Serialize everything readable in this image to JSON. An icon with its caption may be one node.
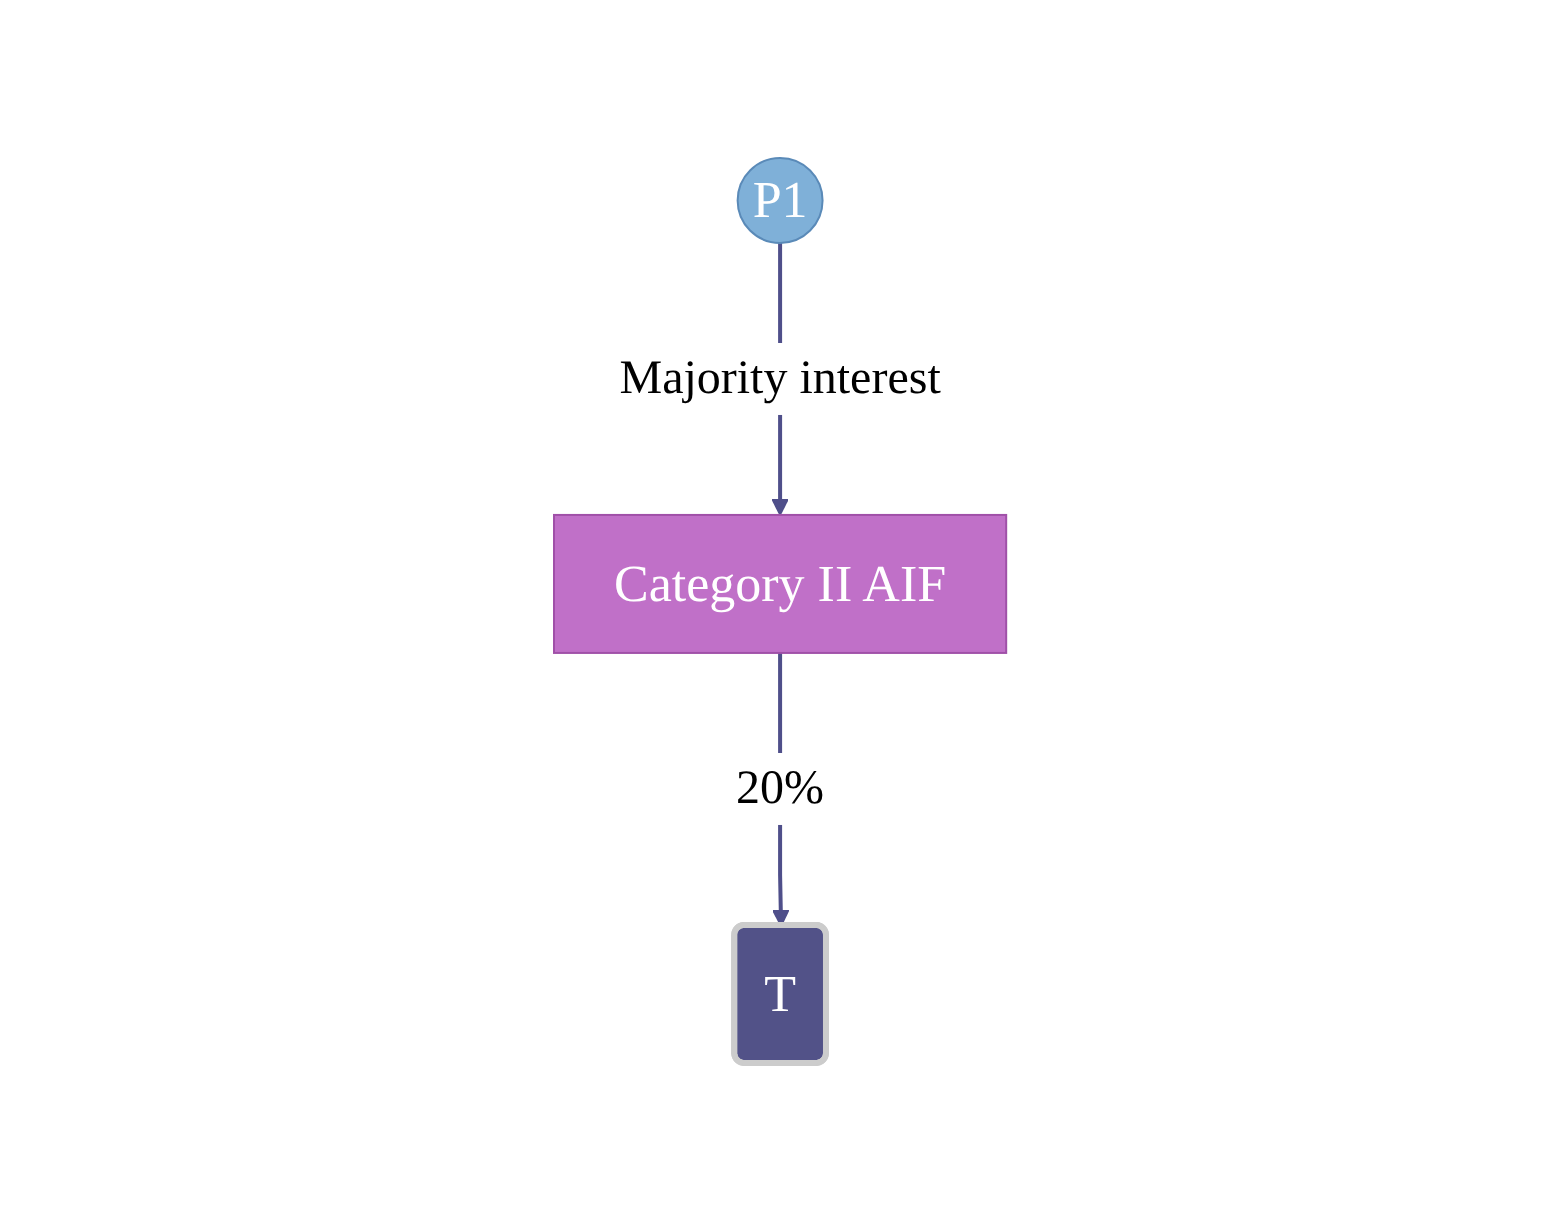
{
  "diagram": {
    "nodes": [
      {
        "text": [
          "Category II AIF"
        ]
      },
      {
        "text": [
          "P1"
        ]
      },
      {
        "text": [
          "T"
        ]
      }
    ],
    "edges": [
      {
        "from": 1,
        "to": 0,
        "label": "Majority interest",
        "arrow": "to"
      },
      {
        "from": 0,
        "to": 2,
        "label": "20%",
        "arrow": "to"
      }
    ]
  }
}
